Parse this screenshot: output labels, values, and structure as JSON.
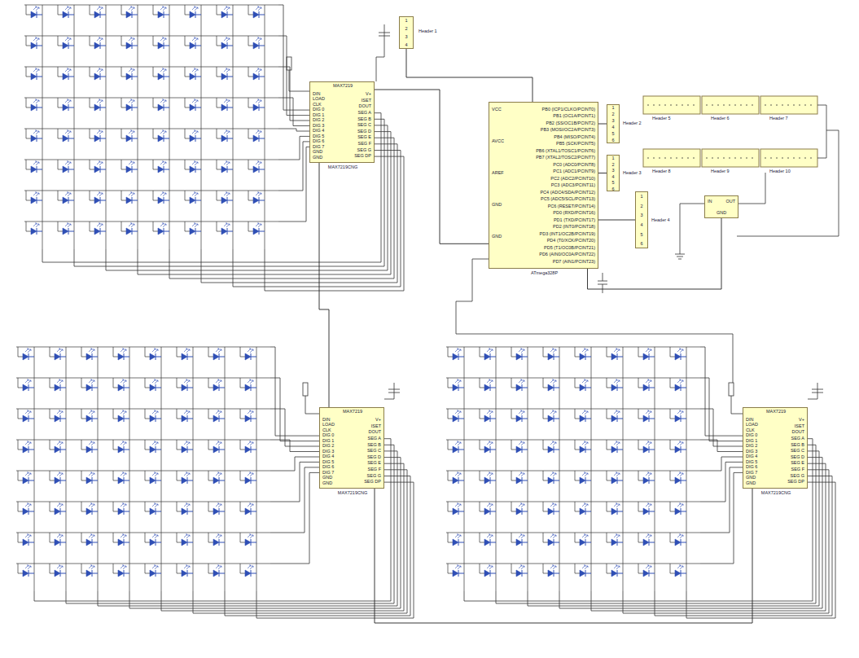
{
  "diagram": {
    "nodes": [
      {
        "text": [
          "MAX7219",
          "DIN",
          "LOAD",
          "CLK",
          "DIG 0",
          "DIG 1",
          "DIG 2",
          "DIG 3",
          "DIG 4",
          "DIG 5",
          "DIG 6",
          "DIG 7",
          "GND",
          "GND",
          "V+",
          "ISET",
          "DOUT",
          "SEG A",
          "SEG B",
          "SEG C",
          "SEG D",
          "SEG E",
          "SEG F",
          "SEG G",
          "SEG DP",
          "MAX7219CNG"
        ]
      },
      {
        "text": [
          "1",
          "2",
          "3",
          "4"
        ]
      },
      {
        "text": [
          "VCC",
          "AVCC",
          "AREF",
          "GND",
          "GND",
          "PB0 (ICP1/CLKO/PCINT0)",
          "PB1 (OC1A/PCINT1)",
          "PB2 (SS/OC1B/PCINT2)",
          "PB3 (MOSI/OC2A/PCINT3)",
          "PB4 (MISO/PCINT4)",
          "PB5 (SCK/PCINT5)",
          "PB6 (XTAL1/TOSC1/PCINT6)",
          "PB7 (XTAL2/TOSC2/PCINT7)",
          "PC0 (ADC0/PCINT8)",
          "PC1 (ADC1/PCINT9)",
          "PC2 (ADC2/PCINT10)",
          "PC3 (ADC3/PCINT11)",
          "PC4 (ADC4/SDA/PCINT12)",
          "PC5 (ADC5/SCL/PCINT13)",
          "PC6 (RESET/PCINT14)",
          "PD0 (RXD/PCINT16)",
          "PD1 (TXD/PCINT17)",
          "PD2 (INT0/PCINT18)",
          "PD3 (INT1/OC2B/PCINT19)",
          "PD4 (T0/XCK/PCINT20)",
          "PD5 (T1/OC0B/PCINT21)",
          "PD6 (AIN0/OC0A/PCINT22)",
          "PD7 (AIN1/PCINT23)",
          "ATmega328P"
        ]
      },
      {
        "text": [
          "1",
          "2",
          "3",
          "4",
          "5",
          "6"
        ]
      },
      {
        "text": [
          "1",
          "2",
          "3",
          "4",
          "5",
          "6"
        ]
      },
      {
        "text": [
          "1",
          "2",
          "3",
          "4",
          "5",
          "6"
        ]
      },
      {
        "text": [
          "IN",
          "OUT",
          "GND"
        ]
      },
      {
        "text": [
          "MAX7219",
          "DIN",
          "LOAD",
          "CLK",
          "DIG 0",
          "DIG 1",
          "DIG 2",
          "DIG 3",
          "DIG 4",
          "DIG 5",
          "DIG 6",
          "DIG 7",
          "GND",
          "GND",
          "V+",
          "ISET",
          "DOUT",
          "SEG A",
          "SEG B",
          "SEG C",
          "SEG D",
          "SEG E",
          "SEG F",
          "SEG G",
          "SEG DP",
          "MAX7219CNG"
        ]
      },
      {
        "text": [
          "MAX7219",
          "DIN",
          "LOAD",
          "CLK",
          "DIG 0",
          "DIG 1",
          "DIG 2",
          "DIG 3",
          "DIG 4",
          "DIG 5",
          "DIG 6",
          "DIG 7",
          "GND",
          "GND",
          "V+",
          "ISET",
          "DOUT",
          "SEG A",
          "SEG B",
          "SEG C",
          "SEG D",
          "SEG E",
          "SEG F",
          "SEG G",
          "SEG DP",
          "MAX7219CNG"
        ]
      }
    ],
    "edges": [
      {
        "from": 2,
        "to": 0,
        "arrow": "none"
      },
      {
        "from": 0,
        "to": 7,
        "arrow": "none"
      },
      {
        "from": 7,
        "to": 8,
        "arrow": "none"
      },
      {
        "from": 6,
        "to": 2,
        "arrow": "none"
      },
      {
        "from": 3,
        "to": 2,
        "arrow": "none"
      },
      {
        "from": 4,
        "to": 2,
        "arrow": "none"
      },
      {
        "from": 5,
        "to": 2,
        "arrow": "none"
      },
      {
        "from": 1,
        "to": 2,
        "arrow": "none"
      }
    ],
    "labels": [
      "Header 1",
      "Header 2",
      "Header 3",
      "Header 4",
      "Header 5",
      "Header 6",
      "Header 7",
      "Header 8",
      "Header 9",
      "Header 10"
    ]
  }
}
